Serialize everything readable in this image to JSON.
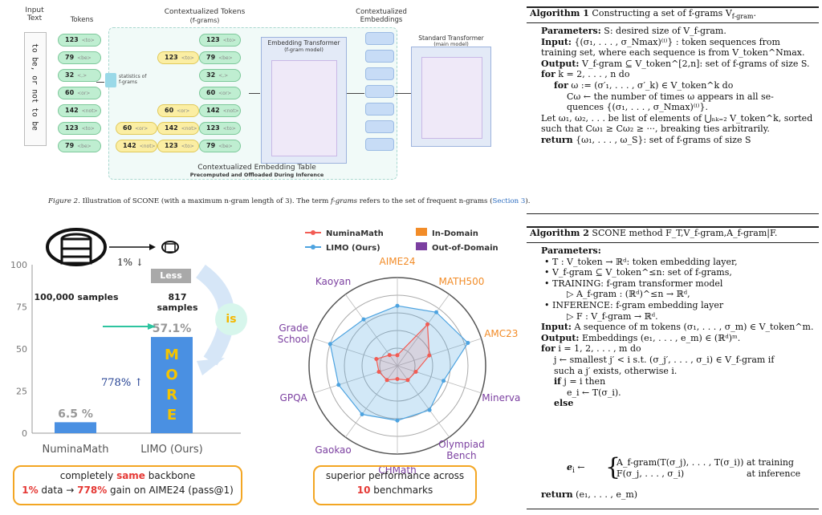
{
  "fig2": {
    "input_label": "Input\nText",
    "input_text": "to be, or not to be",
    "tokens_label": "Tokens",
    "ctx_tokens_label": "Contextualized Tokens",
    "fgrams_sub": "(f-grams)",
    "ctx_emb_label": "Contextualized\nEmbeddings",
    "emb_transformer_label": "Embedding Transformer",
    "emb_transformer_sub": "(f-gram model)",
    "std_transformer_label": "Standard Transformer",
    "std_transformer_sub": "(main model)",
    "stats_label": "statistics of\nf-grams",
    "table_label": "Contextualized Embedding Table",
    "table_sub": "Precomputed and Offloaded During Inference",
    "tokens": [
      {
        "id": "123",
        "tk": "<to>"
      },
      {
        "id": "79",
        "tk": "<be>"
      },
      {
        "id": "32",
        "tk": "<,>"
      },
      {
        "id": "60",
        "tk": "<or>"
      },
      {
        "id": "142",
        "tk": "<not>"
      },
      {
        "id": "123",
        "tk": "<to>"
      },
      {
        "id": "79",
        "tk": "<be>"
      }
    ],
    "ctx_rows": [
      [
        {
          "id": "123",
          "tk": "<to>",
          "c": "g"
        }
      ],
      [
        {
          "id": "123",
          "tk": "<to>",
          "c": "y"
        },
        {
          "id": "79",
          "tk": "<be>",
          "c": "g"
        }
      ],
      [
        {
          "id": "32",
          "tk": "<,>",
          "c": "g"
        }
      ],
      [
        {
          "id": "60",
          "tk": "<or>",
          "c": "g"
        }
      ],
      [
        {
          "id": "60",
          "tk": "<or>",
          "c": "y"
        },
        {
          "id": "142",
          "tk": "<not>",
          "c": "g"
        }
      ],
      [
        {
          "id": "60",
          "tk": "<or>",
          "c": "y"
        },
        {
          "id": "142",
          "tk": "<not>",
          "c": "y"
        },
        {
          "id": "123",
          "tk": "<to>",
          "c": "g"
        }
      ],
      [
        {
          "id": "142",
          "tk": "<not>",
          "c": "y"
        },
        {
          "id": "123",
          "tk": "<to>",
          "c": "y"
        },
        {
          "id": "79",
          "tk": "<be>",
          "c": "g"
        }
      ]
    ],
    "caption_prefix": "Figure 2.",
    "caption_body": " Illustration of SCONE (with a maximum n-gram length of 3). The term ",
    "caption_em": "f-grams",
    "caption_rest": " refers to the set of frequent n-grams (",
    "caption_link": "Section 3",
    "caption_end": ")."
  },
  "limo": {
    "samples_left": "100,000 samples",
    "samples_right": "817 samples",
    "one_pct": "1%",
    "less_label": "Less",
    "is_label": "is",
    "more_letters": [
      "M",
      "O",
      "R",
      "E"
    ],
    "gain_label": "778%",
    "y_ticks": [
      "100",
      "75",
      "50",
      "25",
      "0"
    ],
    "box_line1_a": "completely ",
    "box_line1_b": "same",
    "box_line1_c": " backbone",
    "box_line2_a": "1%",
    "box_line2_b": " data → ",
    "box_line2_c": "778%",
    "box_line2_d": " gain on AIME24 (pass@1)",
    "colors": {
      "bar": "#4a90e2",
      "accent": "#e53935",
      "box": "#f3a623",
      "less": "#a9a9a9"
    }
  },
  "chart_data": [
    {
      "type": "bar",
      "categories": [
        "NuminaMath",
        "LIMO (Ours)"
      ],
      "values": [
        6.5,
        57.1
      ],
      "value_labels": [
        "6.5 %",
        "57.1%"
      ],
      "ylim": [
        0,
        100
      ],
      "y_ticks": [
        0,
        25,
        50,
        75,
        100
      ]
    },
    {
      "type": "radar",
      "axes": [
        "AIME24",
        "MATH500",
        "AMC23",
        "Minerva",
        "Olympiad\nBench",
        "CHMath",
        "Gaokao",
        "GPQA",
        "Grade\nSchool",
        "Kaoyan"
      ],
      "axis_domain": [
        "in",
        "in",
        "in",
        "out",
        "out",
        "out",
        "out",
        "out",
        "out",
        "out"
      ],
      "series": [
        {
          "name": "NuminaMath",
          "values": [
            0.12,
            0.58,
            0.38,
            0.22,
            0.2,
            0.15,
            0.2,
            0.22,
            0.25,
            0.15
          ],
          "color": "#f25c54"
        },
        {
          "name": "LIMO (Ours)",
          "values": [
            0.68,
            0.75,
            0.84,
            0.55,
            0.62,
            0.62,
            0.68,
            0.7,
            0.8,
            0.65
          ],
          "color": "#4da3e0"
        }
      ],
      "legend_domain": [
        {
          "name": "In-Domain",
          "color": "#f28c28"
        },
        {
          "name": "Out-of-Domain",
          "color": "#7b3fa0"
        }
      ],
      "box_line1": "superior performance across",
      "box_num": "10",
      "box_rest": " benchmarks"
    }
  ],
  "alg1": {
    "title_bold": "Algorithm 1",
    "title_rest": " Constructing a set of f-grams V",
    "title_sub": "f-gram",
    "lines": [
      "Parameters: S: desired size of V_f-gram.",
      "Input: {(σ₁, . . . , σ_Nmax)⁽ⁱ⁾} : token sequences from",
      "training set, where each sequence is from V_token^Nmax.",
      "Output: V_f-gram ⊆ V_token^[2,n]: set of f-grams of size S.",
      "for k = 2, . . . , n do",
      "for ω := (σ′₁, . . . , σ′_k) ∈ V_token^k do",
      "Cω ← the number of times ω appears in all se-",
      "quences {(σ₁, . . . , σ_Nmax)⁽ⁱ⁾}.",
      "Let ω₁, ω₂, . . . be list of elements of ⋃ₙₖ₌₂ V_token^k, sorted",
      "such that Cω₁ ≥ Cω₂ ≥ ···, breaking ties arbitrarily.",
      "return {ω₁, . . . , ω_S}: set of f-grams of size S"
    ]
  },
  "alg2": {
    "title_bold": "Algorithm 2",
    "title_rest": " SCONE method F_T,V_f-gram,A_f-gram|F.",
    "lines": [
      "Parameters:",
      "• T : V_token → ℝᵈ: token embedding layer,",
      "• V_f-gram ⊆ V_token^≤n: set of f-grams,",
      "• TRAINING: f-gram transformer model",
      "▷ A_f-gram : (ℝᵈ)^≤n → ℝᵈ,",
      "• INFERENCE: f-gram embedding layer",
      "▷ F : V_f-gram → ℝᵈ.",
      "Input: A sequence of m tokens (σ₁, . . . , σ_m) ∈ V_token^m.",
      "Output: Embeddings (e₁, . . . , e_m) ∈ (ℝᵈ)ᵐ.",
      "for i = 1, 2, . . . , m do",
      "j ← smallest j′ < i s.t. (σ_j′, . . . , σ_i) ∈ V_f-gram if",
      "such a j′ exists, otherwise i.",
      "if j = i then",
      "e_i ← T(σ_i).",
      "else",
      "A_f-gram(T(σ_j), . . . , T(σ_i))",
      "at training",
      "F(σ_j, . . . , σ_i)",
      "at inference",
      "return (e₁, . . . , e_m)"
    ]
  }
}
